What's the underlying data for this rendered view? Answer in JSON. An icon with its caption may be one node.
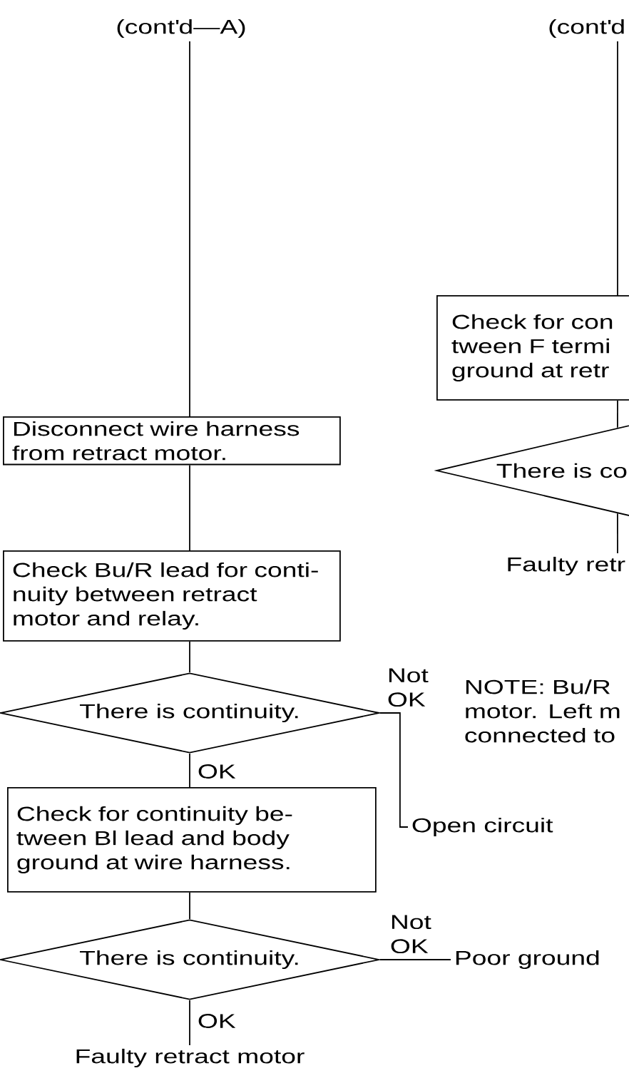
{
  "diagram": {
    "nodes": [
      {
        "text": [
          "(cont'd—A)"
        ]
      },
      {
        "text": [
          "(cont'd"
        ]
      },
      {
        "text": [
          "Disconnect wire harness from retract motor."
        ]
      },
      {
        "text": [
          "Check Bu/R lead for conti- nuity between retract motor and relay."
        ]
      },
      {
        "text": [
          "There is continuity."
        ]
      },
      {
        "text": [
          "Check for continuity be- tween Bl lead and body ground at wire harness."
        ]
      },
      {
        "text": [
          "There is continuity."
        ]
      },
      {
        "text": [
          "Faulty retract motor"
        ]
      },
      {
        "text": [
          "Open circuit"
        ]
      },
      {
        "text": [
          "Poor ground"
        ]
      },
      {
        "text": [
          "Check for con tween F termi ground at retr"
        ]
      },
      {
        "text": [
          "There is co"
        ]
      },
      {
        "text": [
          "Faulty retr"
        ]
      }
    ],
    "edges": [
      {
        "from": 0,
        "to": 2,
        "arrow": "none"
      },
      {
        "from": 2,
        "to": 3,
        "arrow": "none"
      },
      {
        "from": 3,
        "to": 4,
        "arrow": "none"
      },
      {
        "from": 4,
        "to": 5,
        "arrow": "none",
        "label": "OK"
      },
      {
        "from": 5,
        "to": 6,
        "arrow": "none"
      },
      {
        "from": 6,
        "to": 7,
        "arrow": "none",
        "label": "OK"
      },
      {
        "from": 4,
        "to": 8,
        "arrow": "none",
        "label": "Not OK"
      },
      {
        "from": 6,
        "to": 9,
        "arrow": "none",
        "label": "Not OK"
      },
      {
        "from": 1,
        "to": 10,
        "arrow": "none"
      },
      {
        "from": 10,
        "to": 11,
        "arrow": "none"
      },
      {
        "from": 11,
        "to": 12,
        "arrow": "none"
      }
    ],
    "labels": [
      "NOTE: Bu/R motor. Left m connected to"
    ]
  }
}
